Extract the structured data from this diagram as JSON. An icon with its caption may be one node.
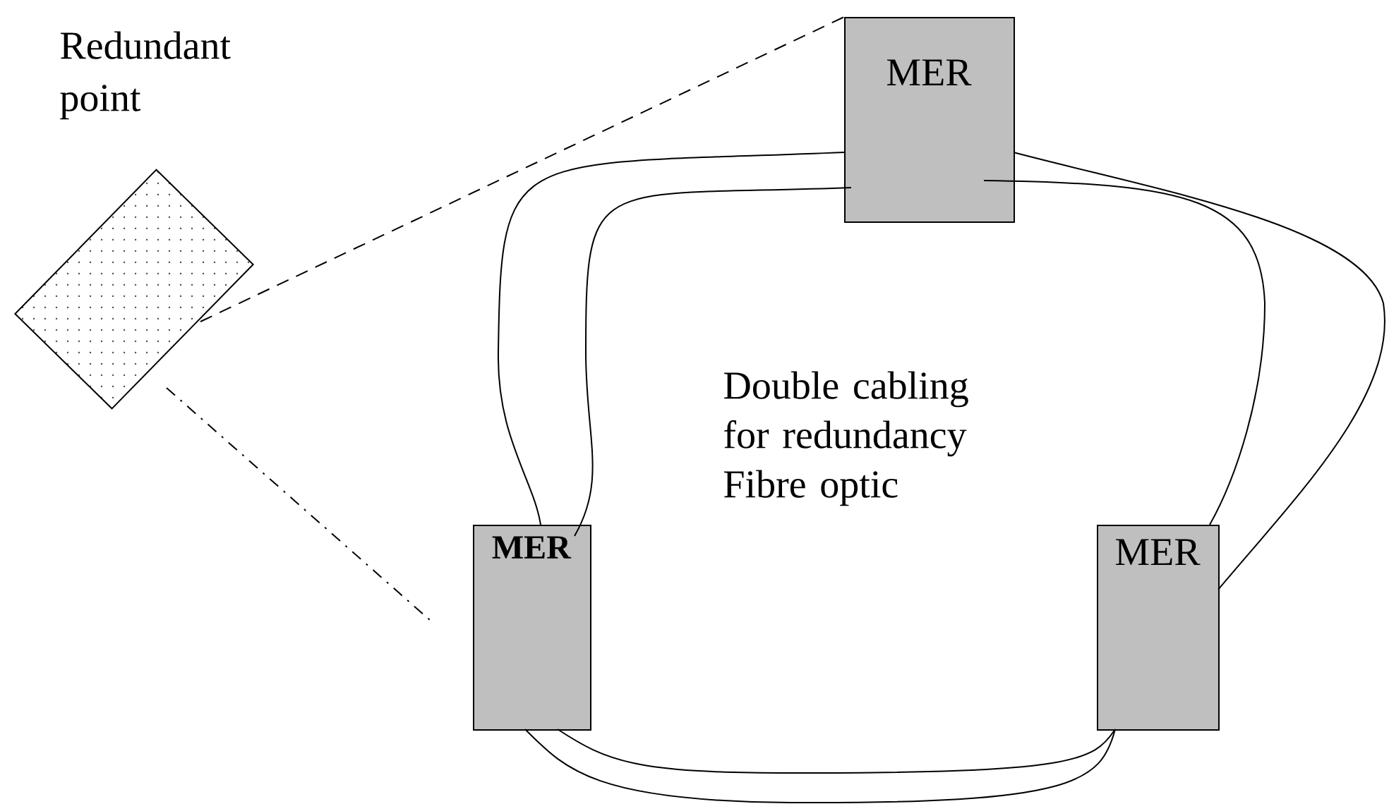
{
  "diagram": {
    "nodes": [
      {
        "text": [
          "Redundant point"
        ]
      },
      {
        "text": [
          "MER"
        ]
      },
      {
        "text": [
          "**MER**"
        ]
      },
      {
        "text": [
          "MER"
        ]
      }
    ],
    "edges": [
      {
        "from": 0,
        "to": 1,
        "arrow": "none",
        "style": "dashed"
      },
      {
        "from": 0,
        "to": null,
        "arrow": "none",
        "style": "dashed"
      },
      {
        "from": 1,
        "to": 2,
        "arrow": "none"
      },
      {
        "from": 1,
        "to": 2,
        "arrow": "none"
      },
      {
        "from": 1,
        "to": 3,
        "arrow": "none"
      },
      {
        "from": 1,
        "to": 3,
        "arrow": "none"
      },
      {
        "from": 2,
        "to": 3,
        "arrow": "none"
      },
      {
        "from": 2,
        "to": 3,
        "arrow": "none"
      }
    ],
    "labels": [
      "Double cabling for redundancy Fibre optic"
    ]
  }
}
